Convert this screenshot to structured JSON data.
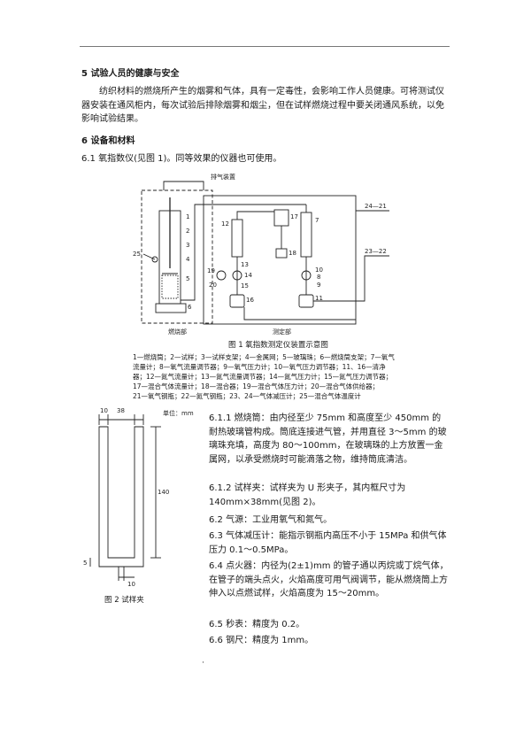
{
  "section5": {
    "heading": "5  试验人员的健康与安全",
    "para": "纺织材料的燃烧所产生的烟雾和气体，具有一定毒性，会影响工作人员健康。可将测试仪器安装在通风柜内，每次试验后排除烟雾和烟尘，但在试样燃烧过程中要关闭通风系统，以免影响试验结果。"
  },
  "section6": {
    "heading": "6  设备和材料",
    "s61": "6.1  氧指数仪(见图 1)。同等效果的仪器也可使用。"
  },
  "figure1": {
    "exhaust_label": "排气装置",
    "left_label": "燃烧部",
    "right_label": "测定部",
    "line_label_top": "24—21",
    "line_label_bottom": "23—22",
    "numbers": [
      "1",
      "2",
      "3",
      "4",
      "5",
      "6",
      "7",
      "8",
      "9",
      "10",
      "11",
      "12",
      "13",
      "14",
      "15",
      "16",
      "17",
      "18",
      "19",
      "20",
      "25"
    ],
    "caption": "图 1    氧指数测定仪装置示意图",
    "legend": [
      "1—燃烧筒；2—试样；3—试样支架；4—金属网；5—玻璃珠；6—燃烧筒支架；7—氧气",
      "流量计；8—氧气流量调节器；9—氧气压力计；10—氧气压力调节器；11、16—清净",
      "器；12—氮气流量计；13—氮气流量调节器；14—氮气压力计；15—氮气压力调节器；",
      "17—混合气体流量计；18—混合器；19—混合气体压力计；20—混合气体供给器；",
      "21—氧气钢瓶；22—氮气钢瓶；23、24—气体减压计；25—混合气体温度计"
    ]
  },
  "figure2": {
    "unit": "单位：mm",
    "dim_top_left": "10",
    "dim_top_mid": "38",
    "dim_height": "140",
    "dim_bottom_small": "5",
    "dim_bottom": "10",
    "caption": "图 2    试样夹"
  },
  "items": [
    "6.1.1  燃烧筒：由内径至少 75mm 和高度至少 450mm 的耐热玻璃管构成。筒底连接进气管，并用直径 3～5mm 的玻璃珠充填，高度为 80～100mm，在玻璃珠的上方放置一金属网，以承受燃烧时可能滴落之物，维持筒底清洁。",
    "6.1.2  试样夹：试样夹为 U 形夹子，其内框尺寸为 140mm×38mm(见图 2)。",
    "6.2  气源：工业用氧气和氮气。",
    "6.3  气体减压计：能指示钢瓶内高压不小于 15MPa 和供气体压力 0.1～0.5MPa。",
    "6.4  点火器：内径为(2±1)mm 的管子通以丙烷或丁烷气体，在管子的端头点火，火焰高度可用气阀调节，能从燃烧筒上方伸入以点燃试样，火焰高度为 15～20mm。",
    "6.5  秒表：精度为 0.2。",
    "6.6  钢尺：精度为 1mm。"
  ],
  "footer_mark": "·"
}
